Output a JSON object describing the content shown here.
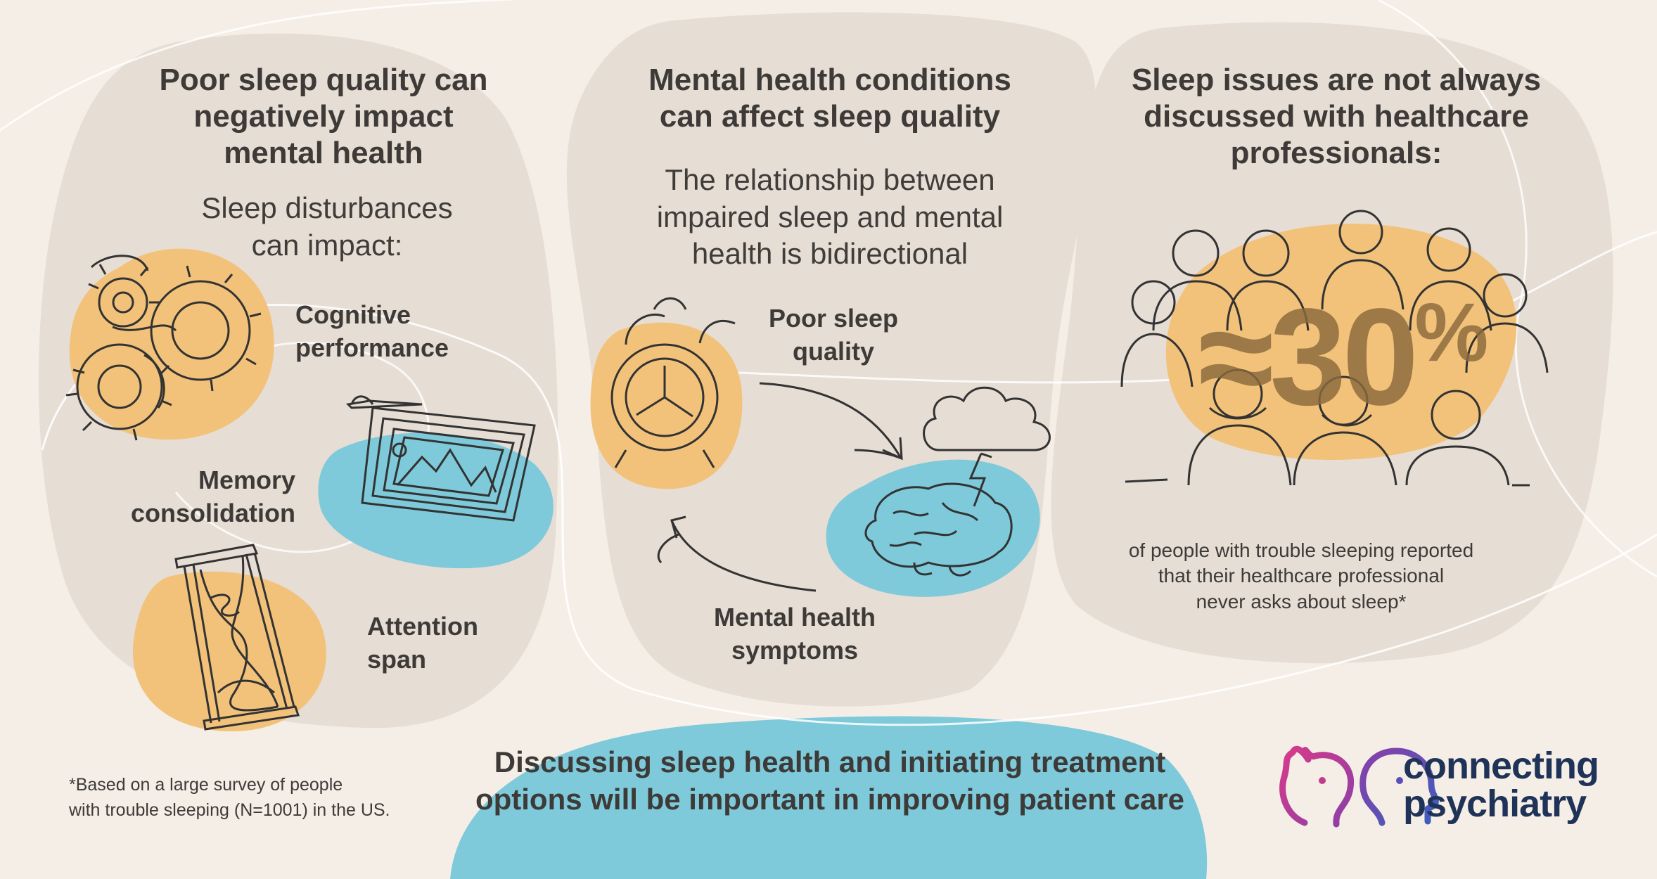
{
  "left_panel": {
    "title": [
      "Poor sleep quality can",
      "negatively impact",
      "mental health"
    ],
    "subtitle": [
      "Sleep disturbances",
      "can impact:"
    ],
    "items": [
      {
        "label": [
          "Cognitive",
          "performance"
        ]
      },
      {
        "label": [
          "Memory",
          "consolidation"
        ]
      },
      {
        "label": [
          "Attention",
          "span"
        ]
      }
    ]
  },
  "middle_panel": {
    "title": [
      "Mental health conditions",
      "can affect sleep quality"
    ],
    "subtitle": [
      "The relationship between",
      "impaired sleep and mental",
      "health is bidirectional"
    ],
    "cycle": {
      "top_label": [
        "Poor sleep",
        "quality"
      ],
      "bottom_label": [
        "Mental health",
        "symptoms"
      ]
    }
  },
  "right_panel": {
    "title": [
      "Sleep issues are not always",
      "discussed with healthcare",
      "professionals:"
    ],
    "stat": {
      "approx": "≈",
      "value": "30",
      "unit": "%"
    },
    "caption": [
      "of people with trouble sleeping reported",
      "that their healthcare professional",
      "never asks about sleep*"
    ]
  },
  "footnote": [
    "*Based on a large survey of people",
    "with trouble sleeping (N=1001) in the US."
  ],
  "conclusion": [
    "Discussing sleep health and initiating treatment",
    "options will be important in improving patient care"
  ],
  "logo": {
    "line1": "connecting",
    "line2": "psychiatry"
  },
  "colors": {
    "background": "#f5eee6",
    "panel": "#e6ddd4",
    "orange": "#f2c27a",
    "blue": "#7ecada",
    "text": "#3d3a38",
    "logo_text": "#1f3358",
    "logo_gradient": [
      "#d83a8a",
      "#3b5fbf"
    ]
  }
}
